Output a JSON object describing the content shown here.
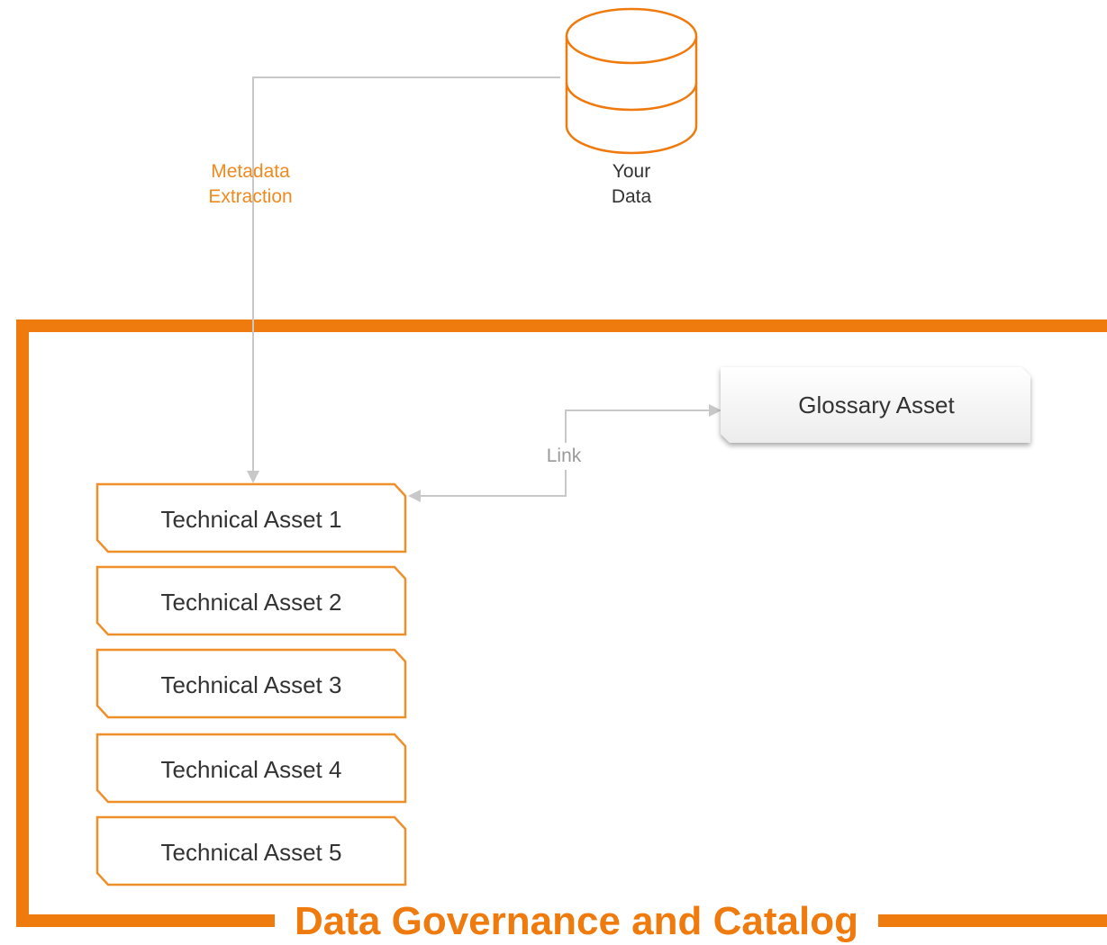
{
  "source": {
    "label_line1": "Your",
    "label_line2": "Data",
    "icon": "database-icon"
  },
  "extraction": {
    "label_line1": "Metadata",
    "label_line2": "Extraction"
  },
  "link": {
    "label": "Link"
  },
  "glossary": {
    "label": "Glossary Asset"
  },
  "technical_assets": [
    {
      "label": "Technical Asset 1"
    },
    {
      "label": "Technical Asset 2"
    },
    {
      "label": "Technical Asset 3"
    },
    {
      "label": "Technical Asset 4"
    },
    {
      "label": "Technical Asset 5"
    }
  ],
  "catalog": {
    "title": "Data Governance and Catalog"
  },
  "colors": {
    "accent": "#ef7b0e",
    "asset_border": "#ef8f2a",
    "connector": "#c8c8c8",
    "text": "#333333"
  }
}
